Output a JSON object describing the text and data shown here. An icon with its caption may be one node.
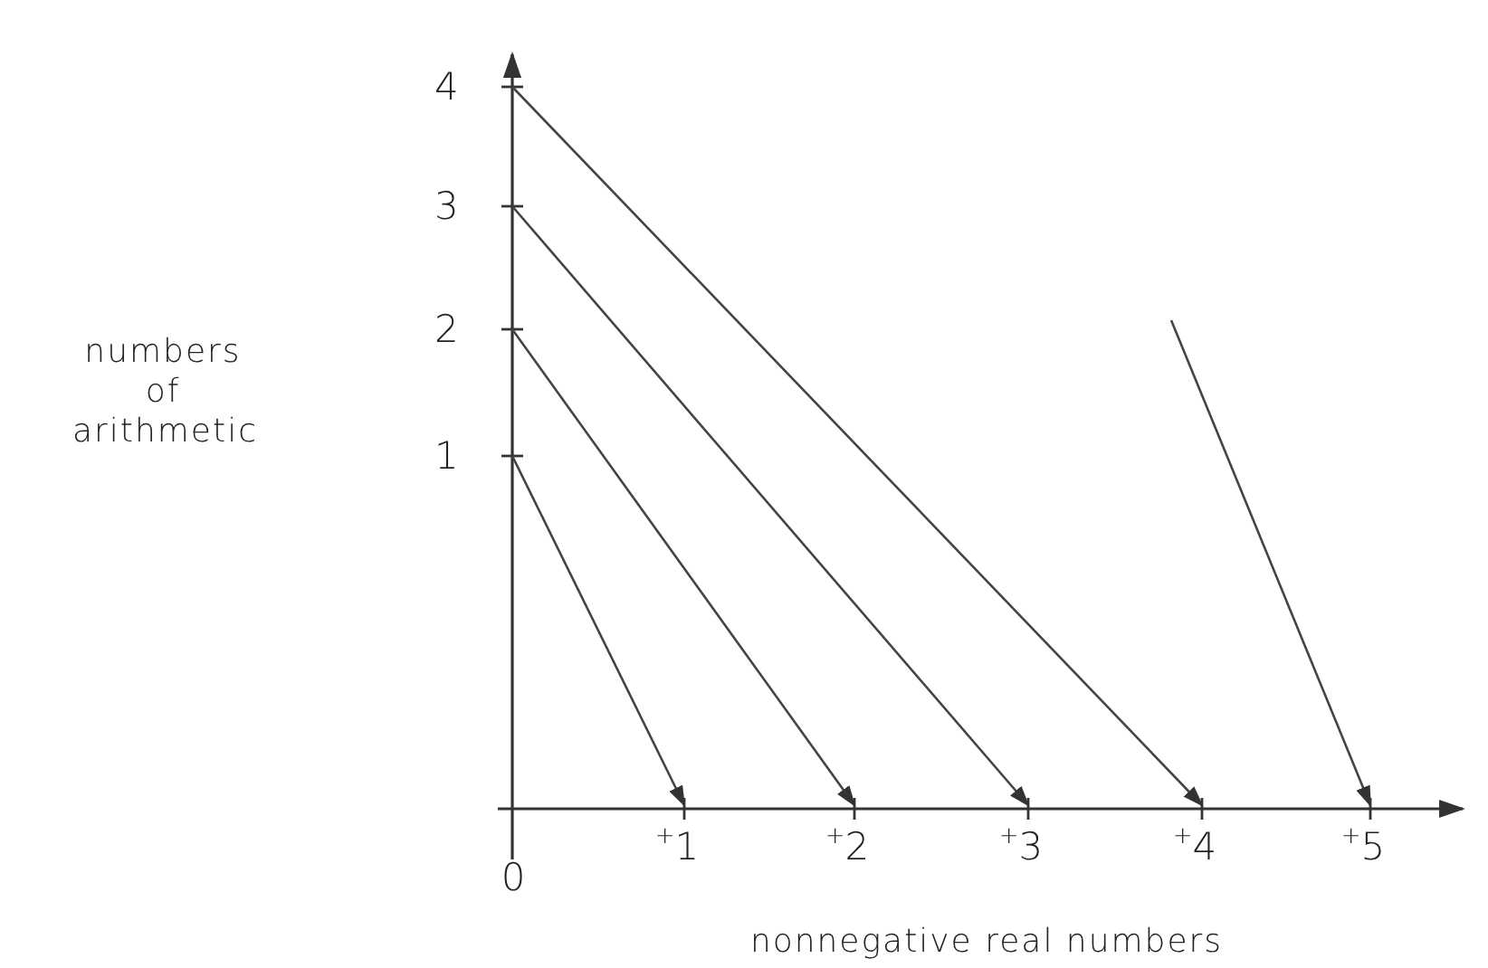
{
  "diagram": {
    "nodes": [
      {
        "text": [
          "1"
        ]
      },
      {
        "text": [
          "2"
        ]
      },
      {
        "text": [
          "3"
        ]
      },
      {
        "text": [
          "4"
        ]
      },
      {
        "text": [
          "$^{+}$1"
        ]
      },
      {
        "text": [
          "$^{+}$2"
        ]
      },
      {
        "text": [
          "$^{+}$3"
        ]
      },
      {
        "text": [
          "$^{+}$4"
        ]
      },
      {
        "text": [
          "$^{+}$5"
        ]
      }
    ],
    "edges": [
      {
        "from": 0,
        "to": 4,
        "arrow": "to"
      },
      {
        "from": 1,
        "to": 5,
        "arrow": "to"
      },
      {
        "from": 2,
        "to": 6,
        "arrow": "to"
      },
      {
        "from": 3,
        "to": 7,
        "arrow": "to"
      },
      {
        "from": null,
        "to": 8,
        "arrow": "to"
      }
    ],
    "labels": [
      "numbers of arithmetic",
      "0",
      "nonnegative real numbers"
    ]
  }
}
